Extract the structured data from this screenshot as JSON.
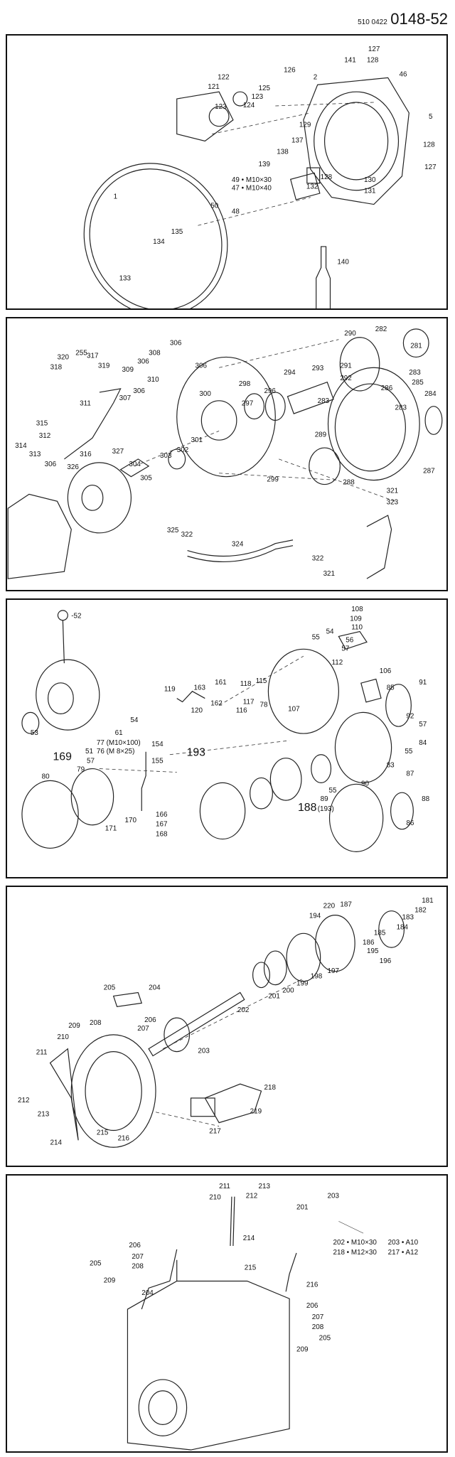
{
  "header": {
    "code_small": "510 0422",
    "code_big": "0148-52"
  },
  "panels": [
    {
      "labels": [
        "127",
        "141",
        "128",
        "46",
        "5",
        "126",
        "2",
        "122",
        "121",
        "125",
        "123",
        "124",
        "123",
        "129",
        "137",
        "138",
        "128",
        "127",
        "139",
        "132",
        "128",
        "130",
        "131",
        "1",
        "49 • M10×30",
        "47 • M10×40",
        "50",
        "48",
        "135",
        "134",
        "133",
        "140"
      ]
    },
    {
      "labels": [
        "290",
        "282",
        "281",
        "306",
        "308",
        "306",
        "320",
        "255",
        "317",
        "319",
        "318",
        "309",
        "310",
        "306",
        "311",
        "307",
        "306",
        "300",
        "298",
        "294",
        "293",
        "291",
        "292",
        "283",
        "285",
        "286",
        "284",
        "283",
        "297",
        "296",
        "283",
        "315",
        "314",
        "312",
        "313",
        "306",
        "316",
        "327",
        "301",
        "302",
        "303",
        "304",
        "305",
        "326",
        "289",
        "299",
        "288",
        "287",
        "321",
        "323",
        "325",
        "322",
        "324",
        "322",
        "321"
      ]
    },
    {
      "labels": [
        "-52",
        "108",
        "109",
        "110",
        "55",
        "54",
        "56",
        "57",
        "112",
        "106",
        "119",
        "163",
        "161",
        "118",
        "115",
        "117",
        "120",
        "162",
        "116",
        "78",
        "107",
        "85",
        "91",
        "53",
        "61",
        "54",
        "92",
        "57",
        "55",
        "84",
        "77 (M10×100)",
        "76 (M 8×25)",
        "154",
        "155",
        "169",
        "57",
        "79",
        "80",
        "193",
        "83",
        "87",
        "88",
        "188",
        "(193)",
        "90",
        "86",
        "89",
        "55",
        "171",
        "170",
        "166",
        "167",
        "168",
        "51"
      ]
    },
    {
      "labels": [
        "181",
        "182",
        "183",
        "184",
        "220",
        "187",
        "194",
        "185",
        "186",
        "195",
        "196",
        "205",
        "204",
        "197",
        "198",
        "199",
        "200",
        "201",
        "202",
        "209",
        "208",
        "206",
        "207",
        "210",
        "211",
        "203",
        "218",
        "212",
        "213",
        "219",
        "214",
        "215",
        "216",
        "217"
      ]
    },
    {
      "labels": [
        "211",
        "213",
        "210",
        "212",
        "203",
        "201",
        "214",
        "206",
        "207",
        "208",
        "205",
        "209",
        "215",
        "204",
        "202 • M10×30",
        "203 • A10",
        "218 • M12×30",
        "217 • A12",
        "216",
        "206",
        "207",
        "208",
        "205",
        "209"
      ]
    }
  ]
}
